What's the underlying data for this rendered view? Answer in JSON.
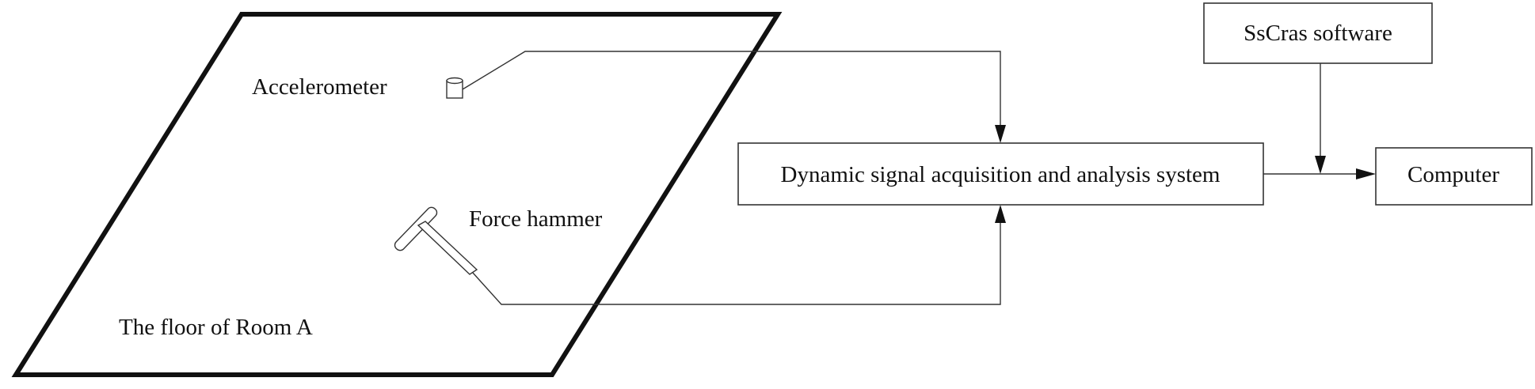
{
  "labels": {
    "accelerometer": "Accelerometer",
    "force_hammer": "Force hammer",
    "floor": "The floor of Room A",
    "daq_system": "Dynamic signal acquisition and analysis system",
    "software": "SsCras software",
    "computer": "Computer"
  },
  "colors": {
    "stroke": "#333333",
    "floor_stroke": "#111111",
    "text": "#111111",
    "background": "#ffffff"
  }
}
